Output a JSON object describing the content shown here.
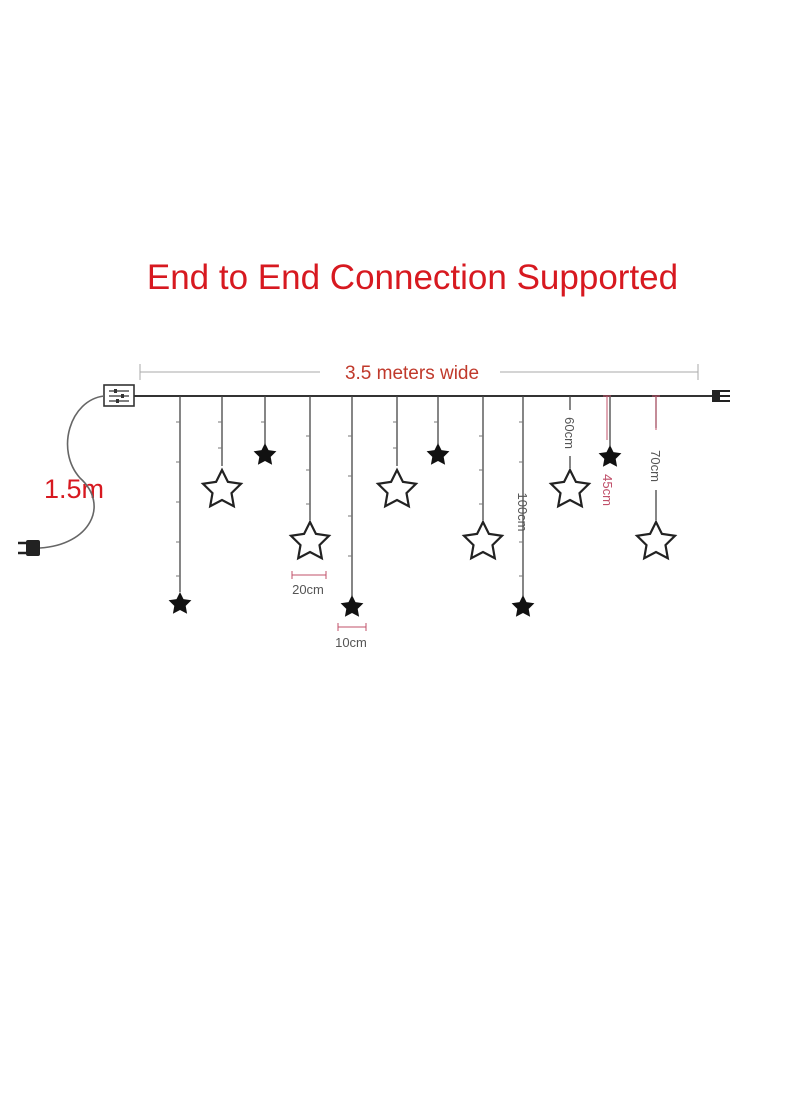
{
  "headline": "End to End Connection Supported",
  "cord_length": "1.5m",
  "width_label": "3.5 meters wide",
  "dimensions": {
    "spacing_large": "20cm",
    "spacing_small": "10cm",
    "drop_60": "60cm",
    "drop_45": "45cm",
    "drop_70": "70cm",
    "drop_100": "100cm"
  },
  "colors": {
    "headline": "#d71920",
    "dimension_red": "#c0506a",
    "line": "#333333"
  },
  "icons": [
    "controller-box-icon",
    "plug-icon",
    "end-connector-icon",
    "star-icon"
  ]
}
